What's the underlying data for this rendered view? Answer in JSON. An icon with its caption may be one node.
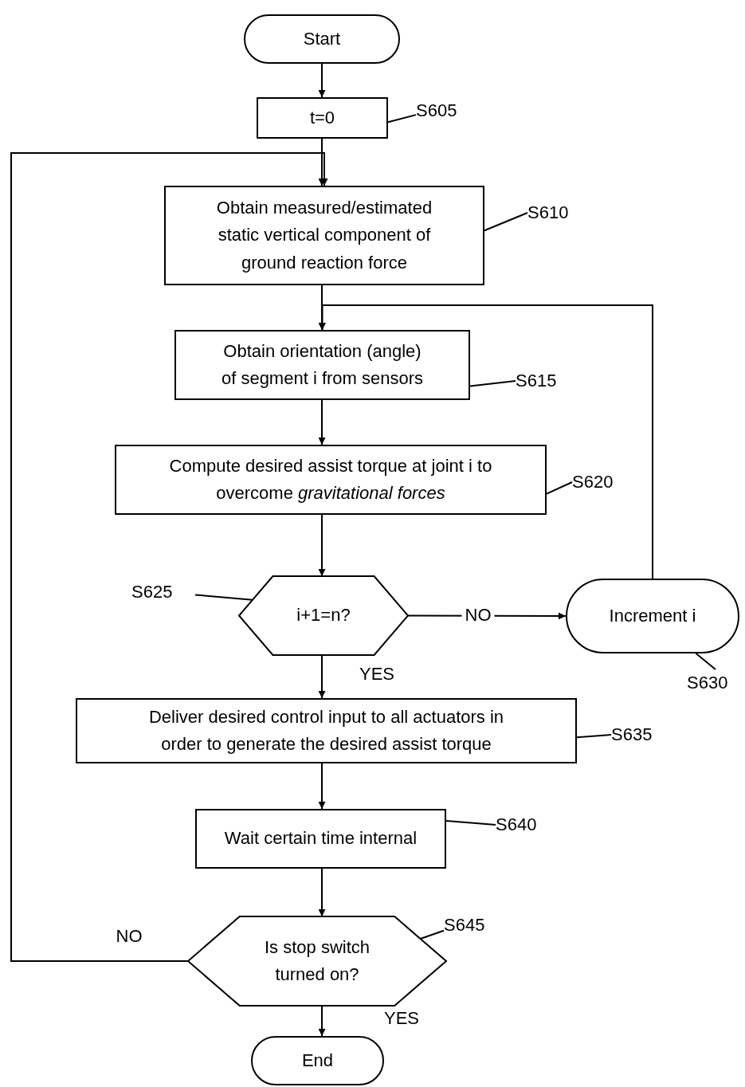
{
  "diagram": {
    "nodes": [
      {
        "text": [
          "Start"
        ]
      },
      {
        "text": [
          "t=0"
        ]
      },
      {
        "text": [
          "S605"
        ]
      },
      {
        "text": [
          "Obtain measured/estimated static vertical component of ground reaction force"
        ]
      },
      {
        "text": [
          "S610"
        ]
      },
      {
        "text": [
          "Obtain orientation (angle) of segment i from sensors"
        ]
      },
      {
        "text": [
          "S615"
        ]
      },
      {
        "text": [
          "Compute desired assist torque at joint i to overcome *gravitational forces*"
        ]
      },
      {
        "text": [
          "S620"
        ]
      },
      {
        "text": [
          "i+1=n?"
        ]
      },
      {
        "text": [
          "S625"
        ]
      },
      {
        "text": [
          "Increment i"
        ]
      },
      {
        "text": [
          "S630"
        ]
      },
      {
        "text": [
          "Deliver desired control input to all actuators in order to generate the desired assist torque"
        ]
      },
      {
        "text": [
          "S635"
        ]
      },
      {
        "text": [
          "Wait certain time internal"
        ]
      },
      {
        "text": [
          "S640"
        ]
      },
      {
        "text": [
          "Is stop switch turned on?"
        ]
      },
      {
        "text": [
          "S645"
        ]
      },
      {
        "text": [
          "End"
        ]
      }
    ],
    "edges": [
      {
        "from": 0,
        "to": 1,
        "arrow": "to"
      },
      {
        "from": 1,
        "to": 3,
        "arrow": "to"
      },
      {
        "from": 3,
        "to": 5,
        "arrow": "to"
      },
      {
        "from": 5,
        "to": 7,
        "arrow": "to"
      },
      {
        "from": 7,
        "to": 9,
        "arrow": "to"
      },
      {
        "from": 9,
        "to": 11,
        "arrow": "to",
        "label": "NO"
      },
      {
        "from": 11,
        "to": 5,
        "arrow": "to"
      },
      {
        "from": 9,
        "to": 13,
        "arrow": "to",
        "label": "YES"
      },
      {
        "from": 13,
        "to": 15,
        "arrow": "to"
      },
      {
        "from": 15,
        "to": 17,
        "arrow": "to"
      },
      {
        "from": 17,
        "to": 3,
        "arrow": "to",
        "label": "NO"
      },
      {
        "from": 17,
        "to": 19,
        "arrow": "to",
        "label": "YES"
      },
      {
        "from": 2,
        "to": 1,
        "arrow": "none"
      },
      {
        "from": 4,
        "to": 3,
        "arrow": "none"
      },
      {
        "from": 6,
        "to": 5,
        "arrow": "none"
      },
      {
        "from": 8,
        "to": 7,
        "arrow": "none"
      },
      {
        "from": 10,
        "to": 9,
        "arrow": "none"
      },
      {
        "from": 12,
        "to": 11,
        "arrow": "none"
      },
      {
        "from": 14,
        "to": 13,
        "arrow": "none"
      },
      {
        "from": 16,
        "to": 15,
        "arrow": "none"
      },
      {
        "from": 18,
        "to": 17,
        "arrow": "none"
      }
    ]
  }
}
